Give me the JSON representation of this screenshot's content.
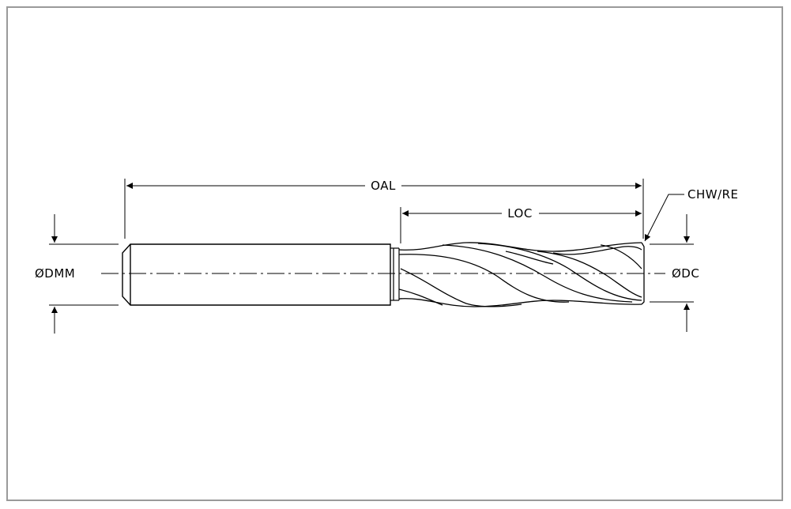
{
  "drawing": {
    "labels": {
      "oal": "OAL",
      "loc": "LOC",
      "chw_re": "CHW/RE",
      "dmm": "ØDMM",
      "dc": "ØDC"
    },
    "colors": {
      "line": "#000000",
      "border": "#9a9a9a",
      "background": "#ffffff"
    }
  }
}
